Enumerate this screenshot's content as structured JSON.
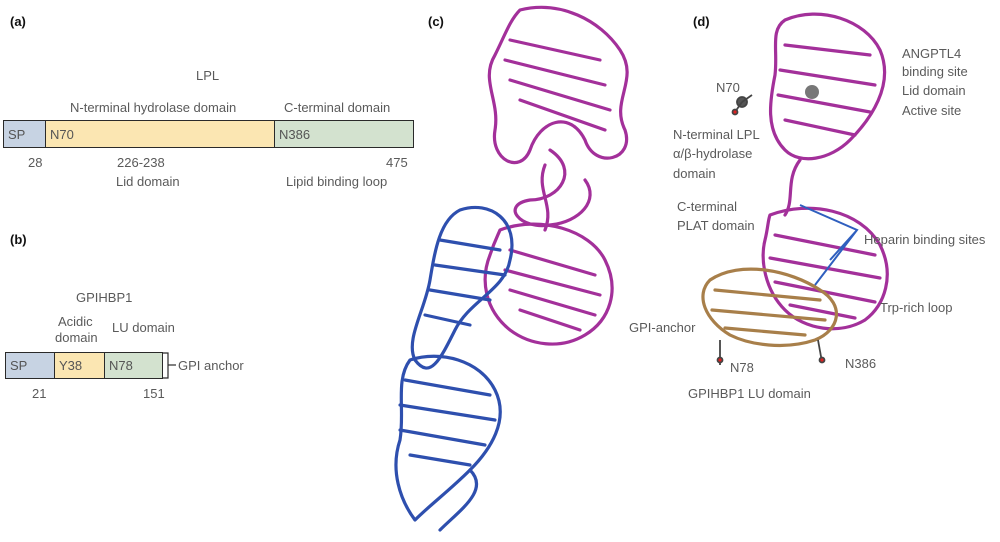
{
  "panels": {
    "a": "(a)",
    "b": "(b)",
    "c": "(c)",
    "d": "(d)"
  },
  "lpl": {
    "title": "LPL",
    "n_domain": "N-terminal hydrolase domain",
    "c_domain": "C-terminal domain",
    "seg_sp": "SP",
    "seg_n70": "N70",
    "seg_n386": "N386",
    "pos_28": "28",
    "pos_lid": "226-238",
    "pos_475": "475",
    "lid_domain": "Lid domain",
    "lipid_loop": "Lipid binding loop"
  },
  "gpihbp1": {
    "title": "GPIHBP1",
    "acidic_1": "Acidic",
    "acidic_2": "domain",
    "lu_domain": "LU domain",
    "seg_sp": "SP",
    "seg_y38": "Y38",
    "seg_n78": "N78",
    "gpi_anchor": "GPI anchor",
    "pos_21": "21",
    "pos_151": "151"
  },
  "structure_d": {
    "angptl4_1": "ANGPTL4",
    "angptl4_2": "binding site",
    "lid": "Lid domain",
    "active": "Active site",
    "n70": "N70",
    "nterm_1": "N-terminal LPL",
    "nterm_2": "α/β-hydrolase",
    "nterm_3": "domain",
    "cterm_1": "C-terminal",
    "cterm_2": "PLAT domain",
    "heparin": "Heparin binding sites",
    "trp": "Trp-rich loop",
    "gpi": "GPI-anchor",
    "n78": "N78",
    "n386": "N386",
    "lu": "GPIHBP1 LU domain"
  },
  "colors": {
    "sp": "#c7d3e3",
    "n_domain": "#fbe6b2",
    "c_domain": "#d3e2cf",
    "lpl_protein": "#a3309a",
    "gpihbp1_protein": "#2e4fae",
    "lu_protein": "#a87f4a",
    "heparin_line": "#2f5fbf"
  }
}
